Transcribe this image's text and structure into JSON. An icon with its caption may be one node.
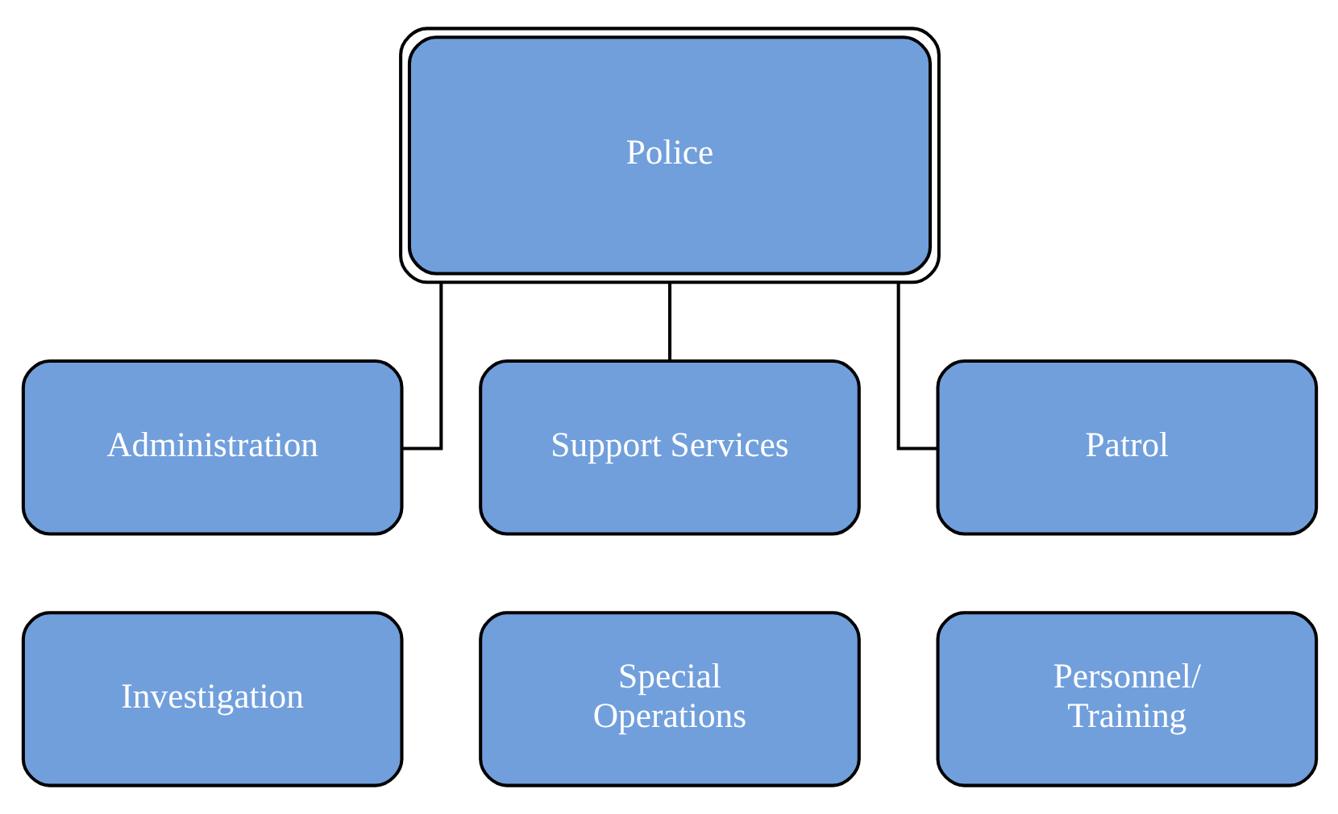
{
  "diagram": {
    "nodes": [
      {
        "text": [
          "Police"
        ]
      },
      {
        "text": [
          "Administration"
        ]
      },
      {
        "text": [
          "Support Services"
        ]
      },
      {
        "text": [
          "Patrol"
        ]
      },
      {
        "text": [
          "Investigation"
        ]
      },
      {
        "text": [
          "Special Operations"
        ]
      },
      {
        "text": [
          "Personnel/ Training"
        ]
      }
    ],
    "edges": [
      {
        "from": 0,
        "to": 1,
        "arrow": "none"
      },
      {
        "from": 0,
        "to": 2,
        "arrow": "none"
      },
      {
        "from": 0,
        "to": 3,
        "arrow": "none"
      }
    ]
  }
}
